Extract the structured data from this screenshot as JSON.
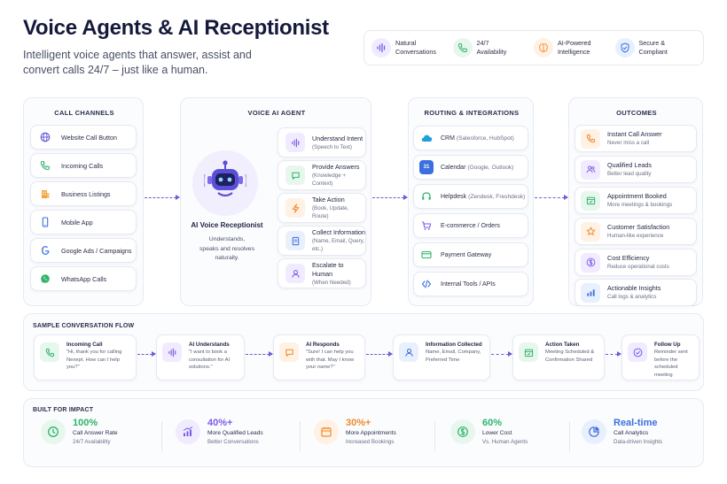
{
  "header": {
    "title": "Voice Agents & AI Receptionist",
    "subtitle": "Intelligent voice agents that answer, assist and convert calls 24/7 – just like a human."
  },
  "badges": [
    {
      "icon": "waveform-icon",
      "line1": "Natural",
      "line2": "Conversations",
      "color": "#7b5ce6"
    },
    {
      "icon": "phone-clock-icon",
      "line1": "24/7",
      "line2": "Availability",
      "color": "#2fb36b"
    },
    {
      "icon": "brain-icon",
      "line1": "AI-Powered",
      "line2": "Intelligence",
      "color": "#f08a2b"
    },
    {
      "icon": "shield-check-icon",
      "line1": "Secure &",
      "line2": "Compliant",
      "color": "#3b6fe0"
    }
  ],
  "call_channels": {
    "title": "CALL CHANNELS",
    "items": [
      {
        "icon": "globe-icon",
        "label": "Website Call Button"
      },
      {
        "icon": "phone-icon",
        "label": "Incoming Calls"
      },
      {
        "icon": "building-icon",
        "label": "Business Listings"
      },
      {
        "icon": "mobile-icon",
        "label": "Mobile App"
      },
      {
        "icon": "google-icon",
        "label": "Google Ads / Campaigns"
      },
      {
        "icon": "whatsapp-icon",
        "label": "WhatsApp Calls"
      }
    ]
  },
  "voice_agent": {
    "title": "VOICE AI AGENT",
    "bot_name": "AI Voice Receptionist",
    "bot_desc": "Understands, speaks and resolves naturally.",
    "steps": [
      {
        "icon": "waveform-icon",
        "title": "Understand Intent",
        "desc": "(Speech to Text)"
      },
      {
        "icon": "chat-bubble-icon",
        "title": "Provide Answers",
        "desc": "(Knowledge + Context)"
      },
      {
        "icon": "lightning-icon",
        "title": "Take Action",
        "desc": "(Book, Update, Route)"
      },
      {
        "icon": "document-icon",
        "title": "Collect Information",
        "desc": "(Name, Email, Query, etc.)"
      },
      {
        "icon": "person-icon",
        "title": "Escalate to Human",
        "desc": "(When Needed)"
      }
    ]
  },
  "routing": {
    "title": "ROUTING & INTEGRATIONS",
    "items": [
      {
        "icon": "cloud-icon",
        "label": "CRM",
        "sub": "(Salesforce, HubSpot)"
      },
      {
        "icon": "calendar-icon",
        "label": "Calendar",
        "sub": "(Google, Outlook)",
        "badge": "31"
      },
      {
        "icon": "headset-icon",
        "label": "Helpdesk",
        "sub": "(Zendesk, Freshdesk)"
      },
      {
        "icon": "cart-icon",
        "label": "E-commerce / Orders",
        "sub": ""
      },
      {
        "icon": "card-icon",
        "label": "Payment Gateway",
        "sub": ""
      },
      {
        "icon": "code-icon",
        "label": "Internal Tools / APIs",
        "sub": ""
      }
    ]
  },
  "outcomes": {
    "title": "OUTCOMES",
    "items": [
      {
        "icon": "phone-check-icon",
        "title": "Instant Call Answer",
        "desc": "Never miss a call",
        "color": "#f08a2b"
      },
      {
        "icon": "users-icon",
        "title": "Qualified Leads",
        "desc": "Better lead quality",
        "color": "#7b5ce6"
      },
      {
        "icon": "calendar-check-icon",
        "title": "Appointment Booked",
        "desc": "More meetings & bookings",
        "color": "#2fb36b"
      },
      {
        "icon": "star-icon",
        "title": "Customer Satisfaction",
        "desc": "Human-like experience",
        "color": "#f08a2b"
      },
      {
        "icon": "dollar-icon",
        "title": "Cost Efficiency",
        "desc": "Reduce operational costs",
        "color": "#7b5ce6"
      },
      {
        "icon": "bar-chart-icon",
        "title": "Actionable Insights",
        "desc": "Call logs & analytics",
        "color": "#3b6fe0"
      }
    ]
  },
  "flow": {
    "title": "SAMPLE CONVERSATION FLOW",
    "steps": [
      {
        "icon": "phone-icon",
        "title": "Incoming Call",
        "desc": "\"Hi, thank you for calling Nexept. How can I help you?\"",
        "color": "#2fb36b"
      },
      {
        "icon": "waveform-icon",
        "title": "AI Understands",
        "desc": "\"I want to book a consultation for AI solutions.\"",
        "color": "#7b5ce6"
      },
      {
        "icon": "chat-bubble-icon",
        "title": "AI Responds",
        "desc": "\"Sure! I can help you with that. May I know your name?\"",
        "color": "#f08a2b"
      },
      {
        "icon": "person-icon",
        "title": "Information Collected",
        "desc": "Name, Email, Company, Preferred Time",
        "color": "#3b6fe0"
      },
      {
        "icon": "calendar-check-icon",
        "title": "Action Taken",
        "desc": "Meeting Scheduled & Confirmation Shared",
        "color": "#2fb36b"
      },
      {
        "icon": "check-circle-icon",
        "title": "Follow Up",
        "desc": "Reminder sent before the scheduled meeting",
        "color": "#7b5ce6"
      }
    ]
  },
  "impact": {
    "title": "BUILT FOR IMPACT",
    "items": [
      {
        "icon": "clock-icon",
        "value": "100%",
        "line1": "Call Answer Rate",
        "line2": "24/7 Availability",
        "color": "#2fb36b"
      },
      {
        "icon": "growth-chart-icon",
        "value": "40%+",
        "line1": "More Qualified Leads",
        "line2": "Better Conversations",
        "color": "#7b5ce6"
      },
      {
        "icon": "calendar-icon",
        "value": "30%+",
        "line1": "More Appointments",
        "line2": "Increased Bookings",
        "color": "#f08a2b"
      },
      {
        "icon": "dollar-icon",
        "value": "60%",
        "line1": "Lower Cost",
        "line2": "Vs. Human Agents",
        "color": "#2fb36b"
      },
      {
        "icon": "pie-chart-icon",
        "value": "Real-time",
        "line1": "Call Analytics",
        "line2": "Data-driven Insights",
        "color": "#3b6fe0"
      }
    ]
  }
}
